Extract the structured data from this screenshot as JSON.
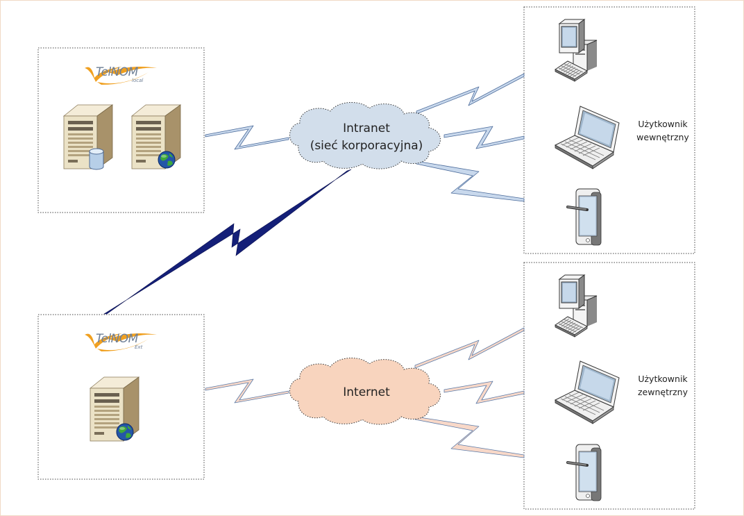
{
  "logos": {
    "internal": {
      "brand": "TelNOM",
      "sub": "local"
    },
    "external": {
      "brand": "TelNOM",
      "sub": "Ext"
    }
  },
  "clouds": {
    "intranet": {
      "line1": "Intranet",
      "line2": "(sieć korporacyjna)",
      "fill": "#d2deeb"
    },
    "internet": {
      "line1": "Internet",
      "fill": "#f8d4be"
    }
  },
  "groups": {
    "internal_users": {
      "line1": "Użytkownik",
      "line2": "wewnętrzny"
    },
    "external_users": {
      "line1": "Użytkownik",
      "line2": "zewnętrzny"
    }
  },
  "colors": {
    "page_border": "#f0d9c4",
    "link_internal": "#c8d8ec",
    "link_internal_stroke": "#4a6a9a",
    "link_external": "#f8d8c8",
    "link_external_stroke": "#5a7aa8",
    "backbone": "#141f78",
    "logo_orange": "#f0a020"
  },
  "icons": {
    "db_server": "database-server-icon",
    "web_server": "web-server-icon",
    "desktop": "desktop-computer-icon",
    "laptop": "laptop-icon",
    "tablet": "tablet-icon"
  }
}
